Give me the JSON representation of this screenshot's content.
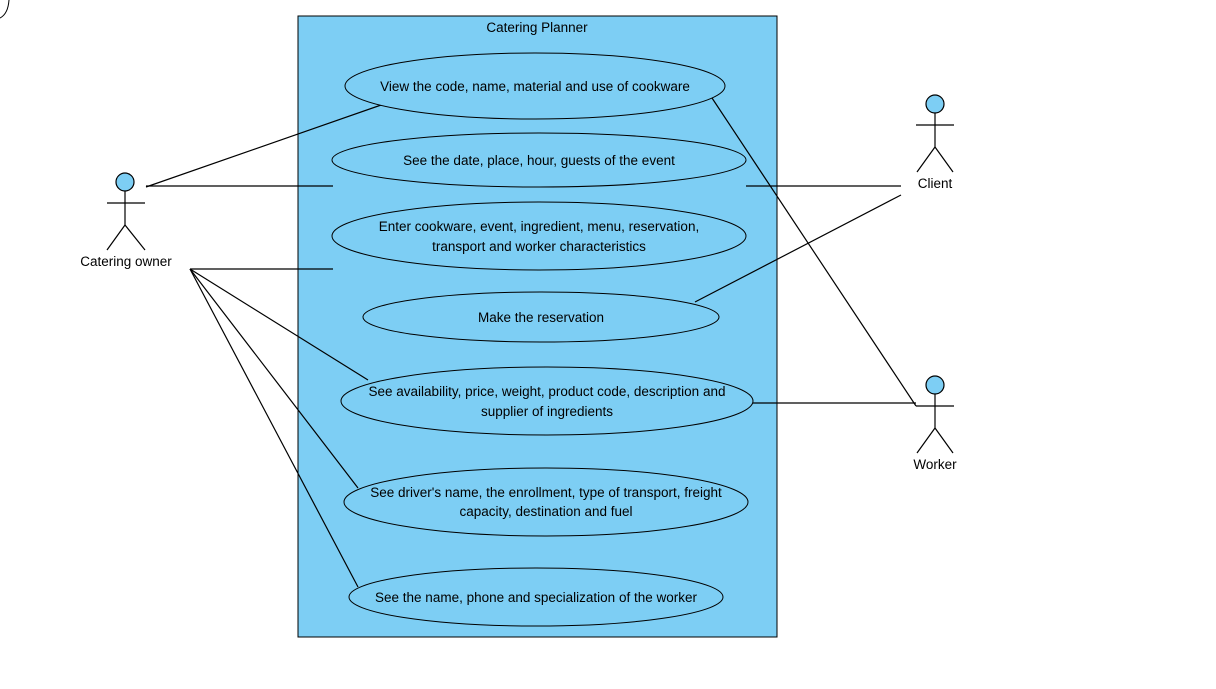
{
  "diagram": {
    "system_title": "Catering Planner",
    "colors": {
      "fill": "#7dcef4",
      "stroke": "#000000",
      "background": "#ffffff"
    },
    "actors": [
      {
        "id": "owner",
        "label": "Catering owner"
      },
      {
        "id": "client",
        "label": "Client"
      },
      {
        "id": "worker",
        "label": "Worker"
      }
    ],
    "use_cases": [
      {
        "id": "uc1",
        "lines": [
          "View the code, name, material and use of cookware"
        ]
      },
      {
        "id": "uc2",
        "lines": [
          "See the date, place, hour, guests of the event"
        ]
      },
      {
        "id": "uc3",
        "lines": [
          "Enter cookware, event, ingredient, menu, reservation,",
          "transport and worker characteristics"
        ]
      },
      {
        "id": "uc4",
        "lines": [
          "Make the reservation"
        ]
      },
      {
        "id": "uc5",
        "lines": [
          "See availability, price, weight, product code, description and",
          "supplier of ingredients"
        ]
      },
      {
        "id": "uc6",
        "lines": [
          "See  driver's name, the enrollment, type of transport, freight",
          "capacity, destination and fuel"
        ]
      },
      {
        "id": "uc7",
        "lines": [
          "See the name, phone and specialization of the worker"
        ]
      }
    ]
  }
}
